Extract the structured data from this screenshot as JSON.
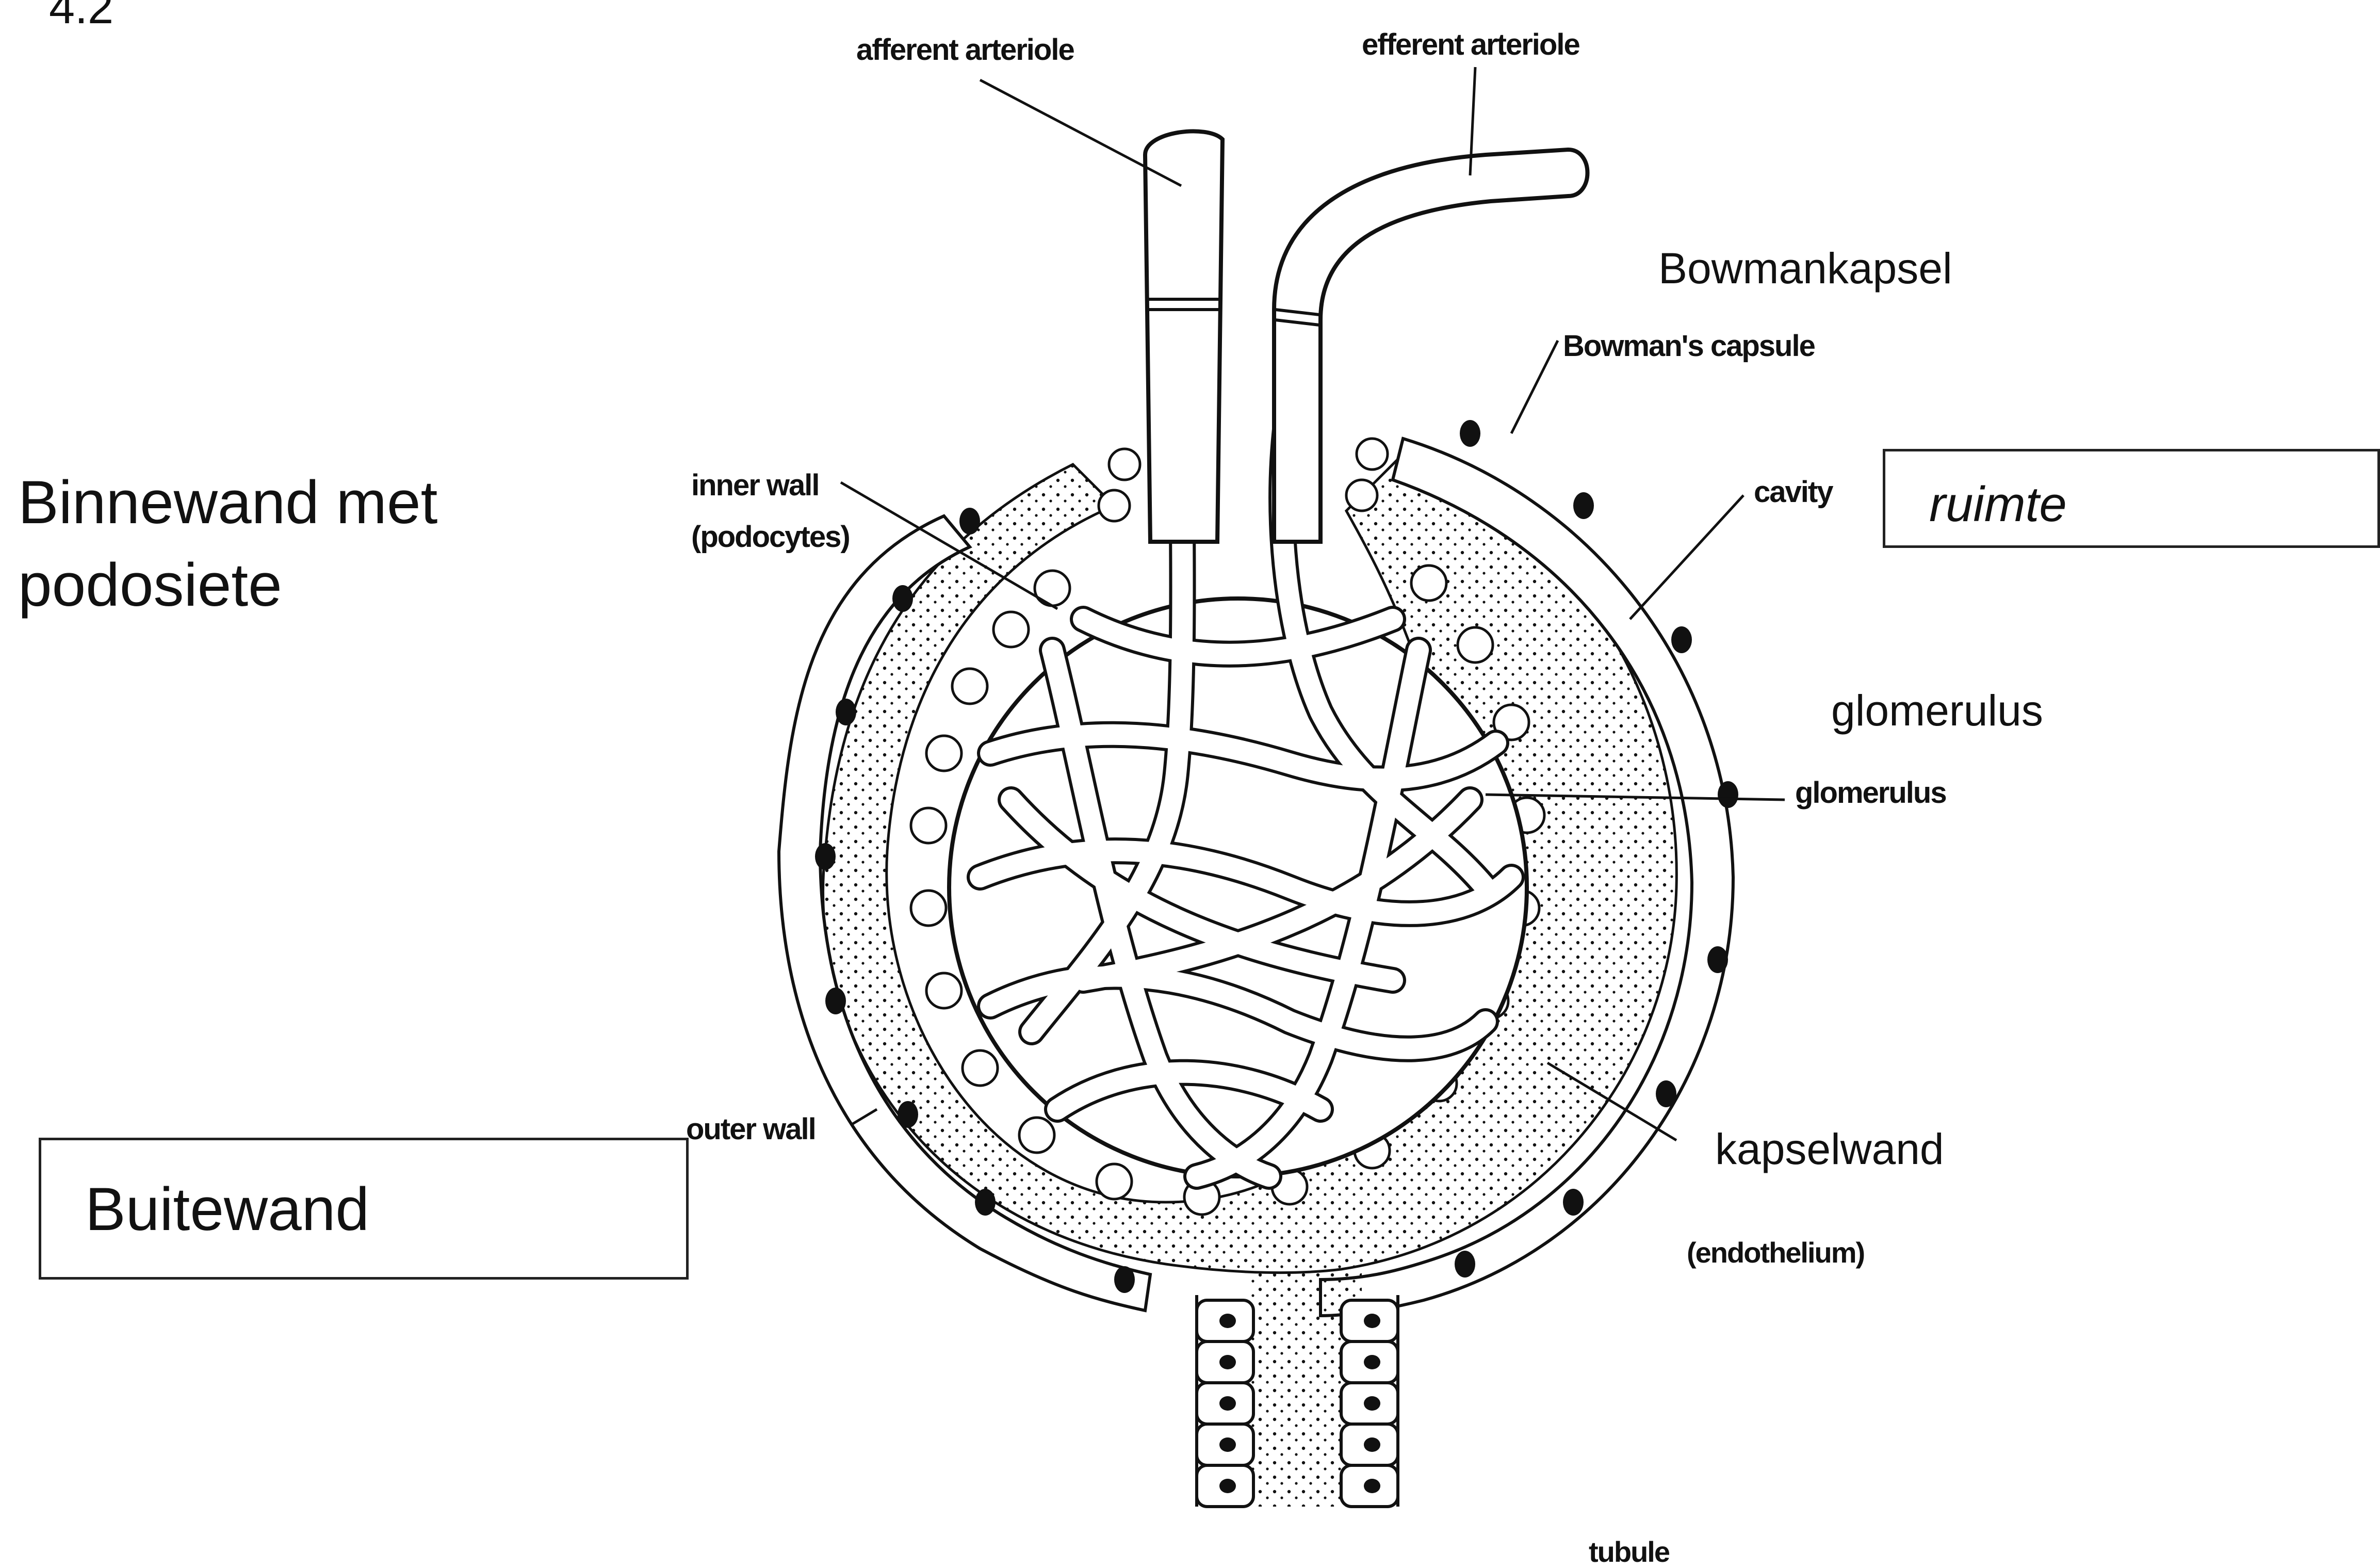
{
  "figure_number": "4.2",
  "afrikaans_labels": {
    "binnewand_line1": "Binnewand met",
    "binnewand_line2": "podosiete",
    "buitewand": "Buitewand",
    "bowmankapsel": "Bowmankapsel",
    "ruimte": "ruimte",
    "glomerulus": "glomerulus",
    "kapselwand": "kapselwand"
  },
  "original_labels": {
    "afferent": "afferent arteriole",
    "efferent": "efferent arteriole",
    "bowmans_capsule": "Bowman's capsule",
    "cavity": "cavity",
    "glomerulus": "glomerulus",
    "inner_wall": "inner wall",
    "podocytes": "(podocytes)",
    "outer_wall": "outer wall",
    "endothelium": "(endothelium)",
    "tubule": "tubule"
  },
  "colors": {
    "ink": "#111111",
    "paper": "#ffffff",
    "box_border": "#222222"
  }
}
